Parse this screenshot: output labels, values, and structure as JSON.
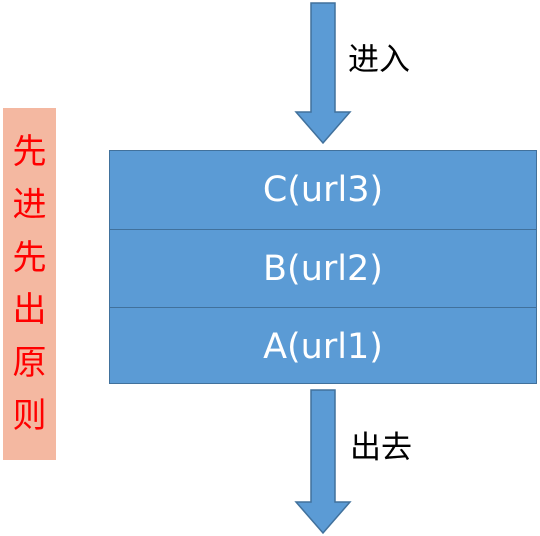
{
  "side_label": {
    "chars": [
      "先",
      "进",
      "先",
      "出",
      "原",
      "则"
    ]
  },
  "stack": {
    "items": [
      "C(url3)",
      "B(url2)",
      "A(url1)"
    ]
  },
  "arrows": {
    "enter_label": "进入",
    "exit_label": "出去"
  },
  "colors": {
    "stack_fill": "#5b9bd5",
    "stack_border": "#41719c",
    "arrow_fill": "#5b9bd5",
    "side_bg": "#f4b8a1",
    "side_text": "#ff0000"
  }
}
